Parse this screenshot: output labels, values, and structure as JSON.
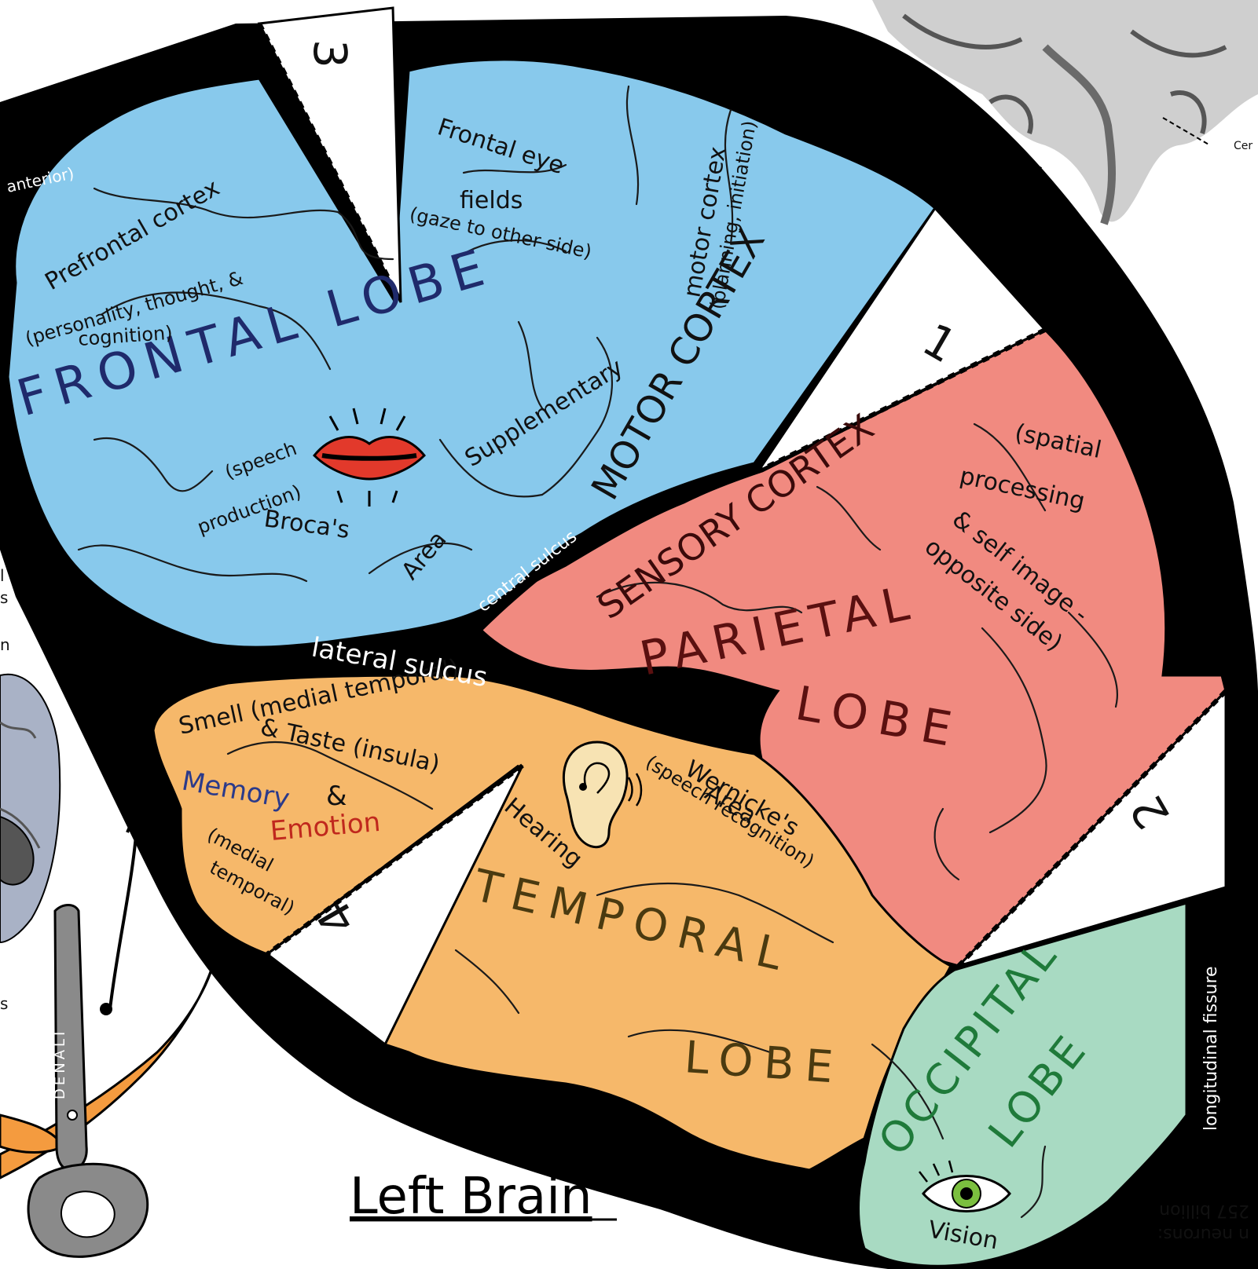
{
  "title": "Left Brain",
  "colors": {
    "frontal": "#88c9ec",
    "parietal": "#f18a80",
    "temporal": "#f6b86a",
    "occipital": "#a8dac2",
    "outline": "#000000",
    "frontal_text": "#1f2a6b",
    "parietal_text": "#5a1010",
    "temporal_text": "#4a3a10",
    "occipital_text": "#1f7a3a",
    "memory_text": "#2b3a8a",
    "emotion_text": "#c0281d",
    "lips": "#e2392b",
    "scissors_handle": "#f49b3f",
    "scissors_blade": "#8a8a8a"
  },
  "lobes": {
    "frontal": {
      "name": "FRONTAL LOBE",
      "regions": {
        "prefrontal": [
          "Prefrontal cortex",
          "(personality, thought, &",
          "cognition)"
        ],
        "eye_fields": [
          "Frontal eye",
          "fields",
          "(gaze to other side)"
        ],
        "motor": [
          "motor cortex",
          "(planning, initiation)"
        ],
        "supplementary": "Supplementary",
        "motor_cortex": "MOTOR CORTEX",
        "broca": [
          "(speech",
          "production)",
          "Broca's",
          "Area"
        ]
      }
    },
    "parietal": {
      "name": [
        "PARIETAL",
        "LOBE"
      ],
      "regions": {
        "sensory": "SENSORY CORTEX",
        "spatial": [
          "(spatial",
          "processing",
          "& self image -",
          "opposite side)"
        ]
      }
    },
    "temporal": {
      "name": [
        "TEMPORAL",
        "LOBE"
      ],
      "regions": {
        "smell": [
          "Smell (medial temporal)",
          "& Taste (insula)"
        ],
        "memory": "Memory",
        "amp": "&",
        "emotion": "Emotion",
        "medial": [
          "(medial",
          "temporal)"
        ],
        "hearing": "Hearing",
        "wernicke": [
          "Wernicke's",
          "Area",
          "(speech recognition)"
        ]
      }
    },
    "occipital": {
      "name": [
        "OCCIPITAL",
        "LOBE"
      ],
      "regions": {
        "vision": "Vision"
      }
    }
  },
  "sulci": {
    "central": "central sulcus",
    "lateral": "lateral sulcus",
    "longitudinal": "longitudinal fissure"
  },
  "fold_tabs": [
    "1",
    "2",
    "3",
    "4"
  ],
  "margin_text": {
    "anterior": "anterior)",
    "upside_down_1": "257 billion",
    "upside_down_2": "n neurons:",
    "partial_right": "Cer",
    "partial_left": [
      "l",
      "s",
      "n",
      "s"
    ]
  },
  "scissors_brand": "DENALI",
  "icons": [
    "lips-icon",
    "ear-icon",
    "eye-icon",
    "scissors-icon",
    "arrow-icon"
  ]
}
